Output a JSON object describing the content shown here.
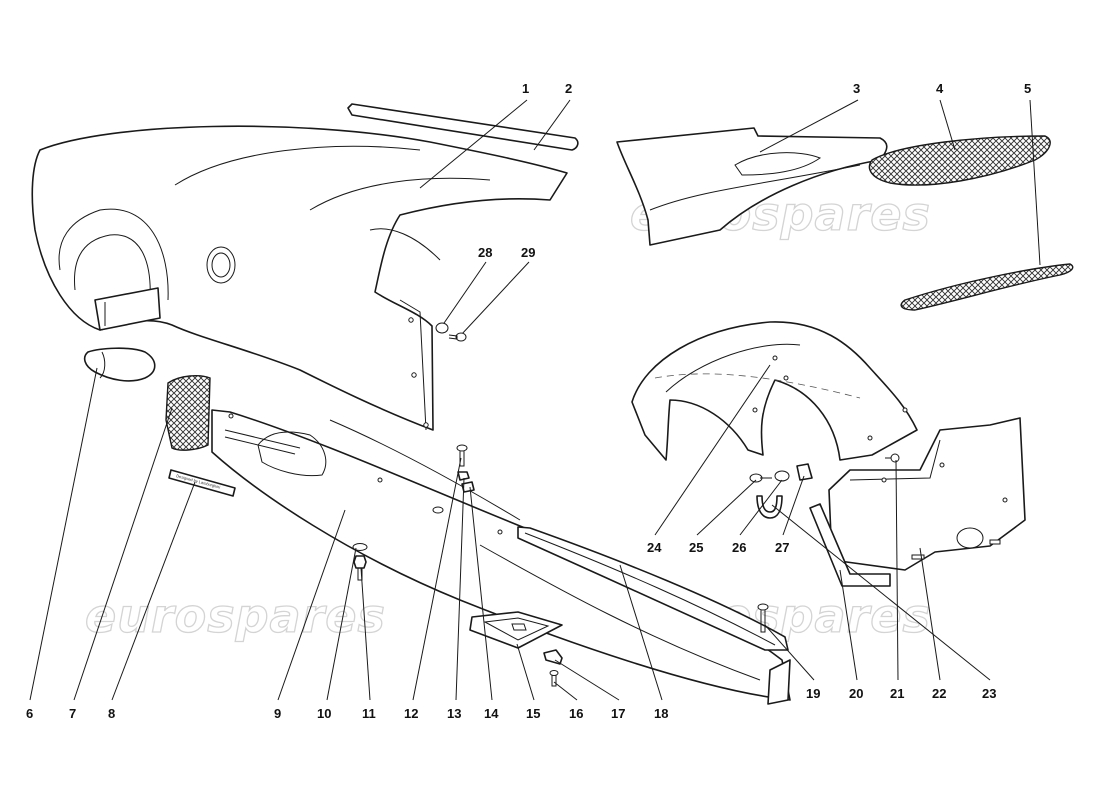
{
  "watermark": "eurospares",
  "callouts": [
    "1",
    "2",
    "3",
    "4",
    "5",
    "6",
    "7",
    "8",
    "9",
    "10",
    "11",
    "12",
    "13",
    "14",
    "15",
    "16",
    "17",
    "18",
    "19",
    "20",
    "21",
    "22",
    "23",
    "24",
    "25",
    "26",
    "27",
    "28",
    "29"
  ],
  "sticker_text": "Designed by Lamborghini"
}
